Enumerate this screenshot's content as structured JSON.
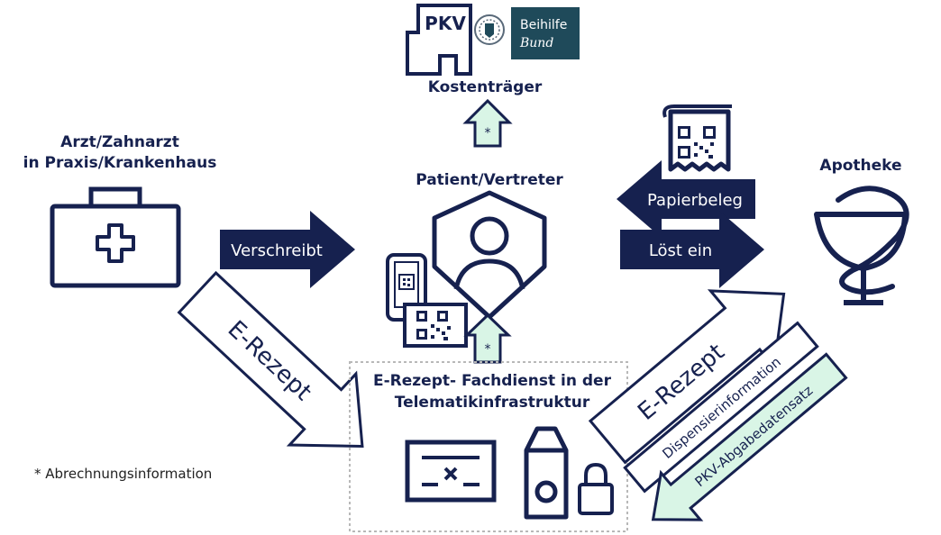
{
  "colors": {
    "navy": "#16214f",
    "mint": "#d9f5e6",
    "teal": "#1f4a5a",
    "white": "#ffffff",
    "dashed": "#b8b8b8"
  },
  "payer": {
    "pkv_label": "PKV",
    "beihilfe_line1": "Beihilfe",
    "beihilfe_line2": "Bund",
    "title": "Kostenträger",
    "note_marker": "*"
  },
  "doctor": {
    "title_line1": "Arzt/Zahnarzt",
    "title_line2": "in Praxis/Krankenhaus"
  },
  "patient": {
    "title": "Patient/Vertreter",
    "note_marker": "*"
  },
  "pharmacy": {
    "title": "Apotheke"
  },
  "arrows": {
    "prescribes": "Verschreibt",
    "paper_receipt": "Papierbeleg",
    "redeems": "Löst ein",
    "erezept_left": "E-Rezept",
    "erezept_right": "E-Rezept",
    "dispensing_info": "Dispensierinformation",
    "pkv_dataset": "PKV-Abgabedatensatz"
  },
  "service": {
    "title_line1": "E-Rezept- Fachdienst in der",
    "title_line2": "Telematikinfrastruktur"
  },
  "footnote": "* Abrechnungsinformation"
}
